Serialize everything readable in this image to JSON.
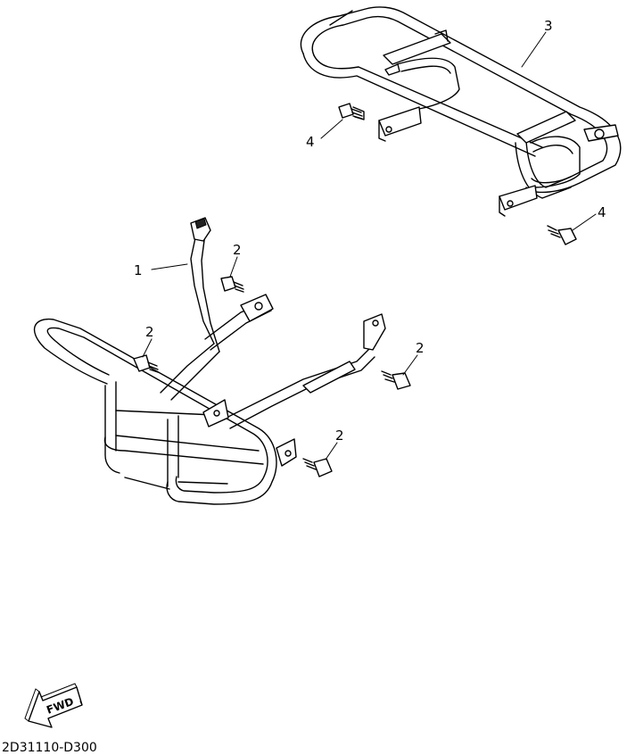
{
  "diagram": {
    "callouts": {
      "front_guard": "1",
      "bolt_a": "2",
      "bolt_b": "2",
      "bolt_c": "2",
      "bolt_d": "2",
      "rear_guard": "3",
      "rear_bolt_a": "4",
      "rear_bolt_b": "4"
    },
    "direction_marker": "FWD",
    "diagram_code": "2D31110-D300"
  }
}
